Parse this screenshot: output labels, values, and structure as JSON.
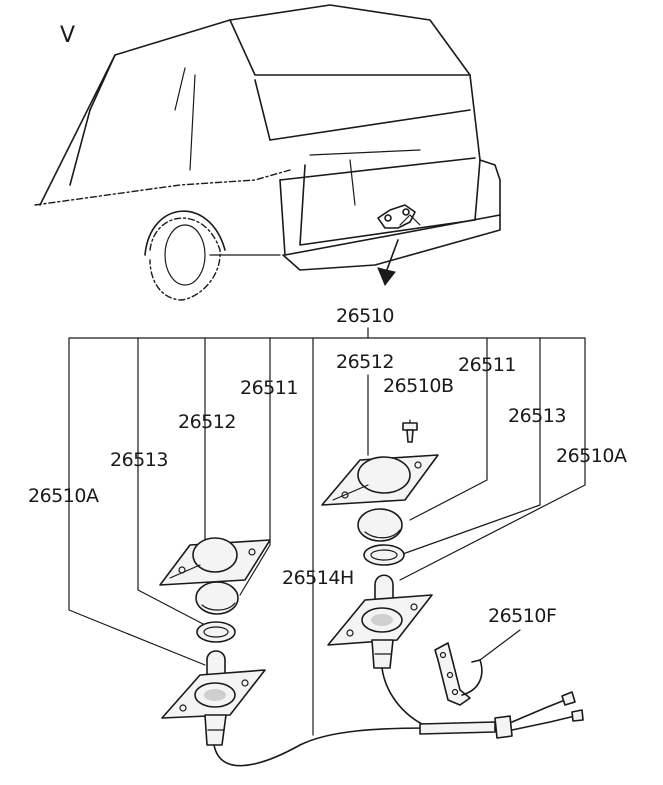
{
  "view_label": "V",
  "parts": {
    "assembly": "26510",
    "left_26510A": "26510A",
    "left_26513": "26513",
    "left_26512": "26512",
    "left_26511": "26511",
    "right_26512": "26512",
    "right_26510B": "26510B",
    "right_26511": "26511",
    "right_26513": "26513",
    "right_26510A": "26510A",
    "harness_26514H": "26514H",
    "connector_26510F": "26510F"
  }
}
